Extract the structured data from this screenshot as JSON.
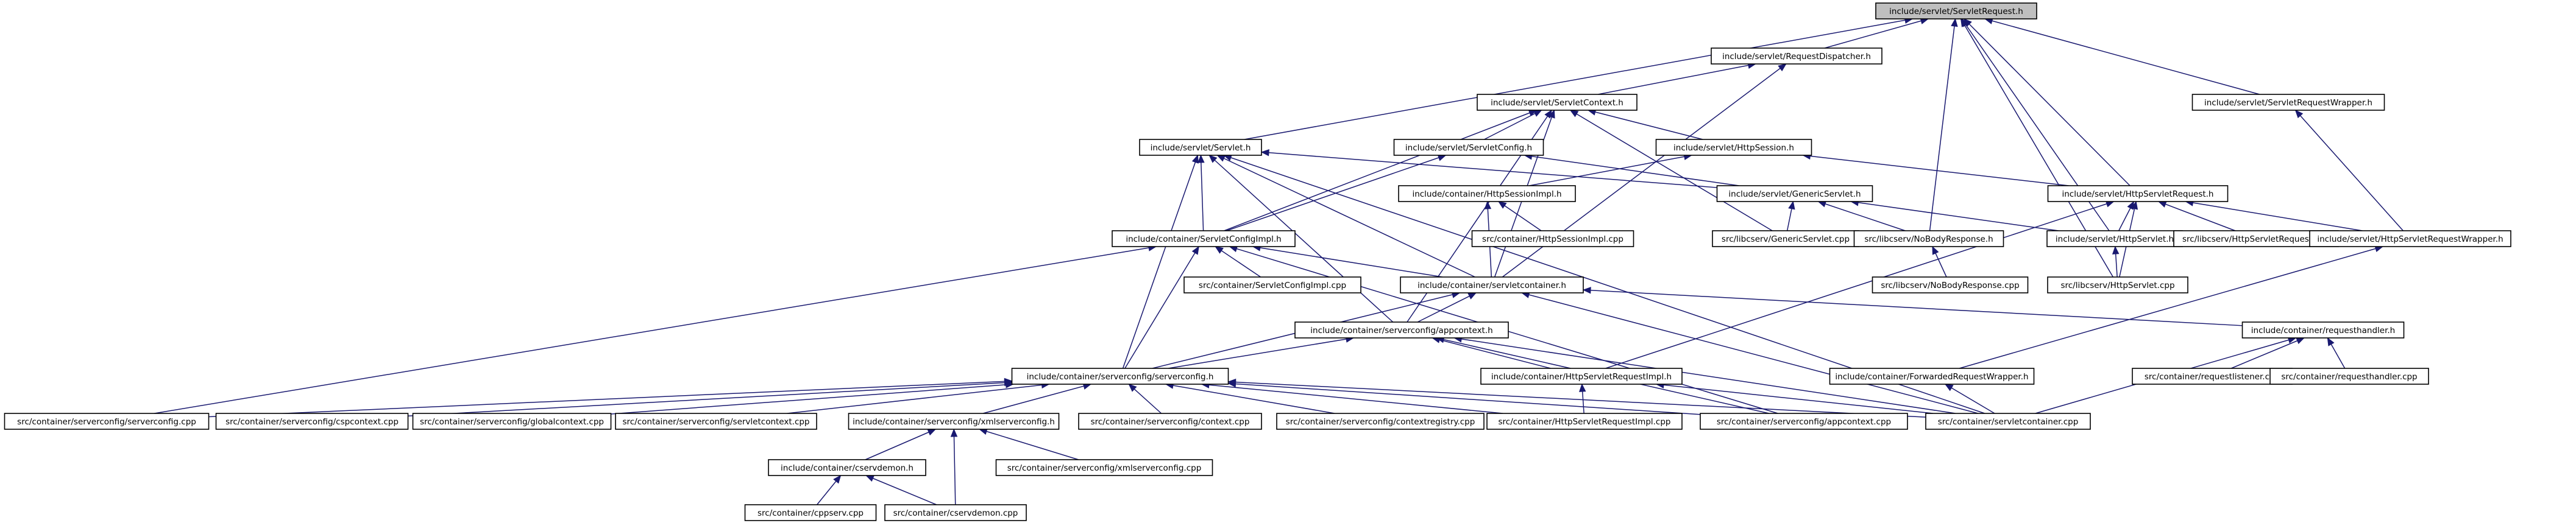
{
  "colors": {
    "edge": "#191970",
    "root_fill": "#bfbfbf",
    "node_fill": "#ffffff",
    "node_border": "#000000"
  },
  "nodes": [
    {
      "id": "root",
      "label": "include/servlet/ServletRequest.h"
    },
    {
      "id": "rd",
      "label": "include/servlet/RequestDispatcher.h"
    },
    {
      "id": "sc",
      "label": "include/servlet/ServletContext.h"
    },
    {
      "id": "srw",
      "label": "include/servlet/ServletRequestWrapper.h"
    },
    {
      "id": "servlet",
      "label": "include/servlet/Servlet.h"
    },
    {
      "id": "scfg",
      "label": "include/servlet/ServletConfig.h"
    },
    {
      "id": "hs",
      "label": "include/servlet/HttpSession.h"
    },
    {
      "id": "hsimpl",
      "label": "include/container/HttpSessionImpl.h"
    },
    {
      "id": "gs",
      "label": "include/servlet/GenericServlet.h"
    },
    {
      "id": "hsr",
      "label": "include/servlet/HttpServletRequest.h"
    },
    {
      "id": "scfgimpl",
      "label": "include/container/ServletConfigImpl.h"
    },
    {
      "id": "hsimplcpp",
      "label": "src/container/HttpSessionImpl.cpp"
    },
    {
      "id": "gscpp",
      "label": "src/libcserv/GenericServlet.cpp"
    },
    {
      "id": "nbr",
      "label": "src/libcserv/NoBodyResponse.h"
    },
    {
      "id": "hservlet",
      "label": "include/servlet/HttpServlet.h"
    },
    {
      "id": "hsrcpp",
      "label": "src/libcserv/HttpServletRequest.cpp"
    },
    {
      "id": "hsrw",
      "label": "include/servlet/HttpServletRequestWrapper.h"
    },
    {
      "id": "scfgimplcpp",
      "label": "src/container/ServletConfigImpl.cpp"
    },
    {
      "id": "scont",
      "label": "include/container/servletcontainer.h"
    },
    {
      "id": "nbrcpp",
      "label": "src/libcserv/NoBodyResponse.cpp"
    },
    {
      "id": "hservletcpp",
      "label": "src/libcserv/HttpServlet.cpp"
    },
    {
      "id": "appctx",
      "label": "include/container/serverconfig/appcontext.h"
    },
    {
      "id": "reqh",
      "label": "include/container/requesthandler.h"
    },
    {
      "id": "svcfg",
      "label": "include/container/serverconfig/serverconfig.h"
    },
    {
      "id": "hsrimpl",
      "label": "include/container/HttpServletRequestImpl.h"
    },
    {
      "id": "frw",
      "label": "include/container/ForwardedRequestWrapper.h"
    },
    {
      "id": "rlcpp",
      "label": "src/container/requestlistener.cpp"
    },
    {
      "id": "rhcpp",
      "label": "src/container/requesthandler.cpp"
    },
    {
      "id": "svcfgcpp",
      "label": "src/container/serverconfig/serverconfig.cpp"
    },
    {
      "id": "cspctxcpp",
      "label": "src/container/serverconfig/cspcontext.cpp"
    },
    {
      "id": "globctxcpp",
      "label": "src/container/serverconfig/globalcontext.cpp"
    },
    {
      "id": "sctxcpp",
      "label": "src/container/serverconfig/servletcontext.cpp"
    },
    {
      "id": "xmlcfg",
      "label": "include/container/serverconfig/xmlserverconfig.h"
    },
    {
      "id": "ctxcpp",
      "label": "src/container/serverconfig/context.cpp"
    },
    {
      "id": "ctxregcpp",
      "label": "src/container/serverconfig/contextregistry.cpp"
    },
    {
      "id": "hsrimplcpp",
      "label": "src/container/HttpServletRequestImpl.cpp"
    },
    {
      "id": "appctxcpp",
      "label": "src/container/serverconfig/appcontext.cpp"
    },
    {
      "id": "scontcpp",
      "label": "src/container/servletcontainer.cpp"
    },
    {
      "id": "csd",
      "label": "include/container/cservdemon.h"
    },
    {
      "id": "xmlcfgcpp",
      "label": "src/container/serverconfig/xmlserverconfig.cpp"
    },
    {
      "id": "cppservcpp",
      "label": "src/container/cppserv.cpp"
    },
    {
      "id": "csdcpp",
      "label": "src/container/cservdemon.cpp"
    }
  ],
  "edges": [
    [
      "rd",
      "root"
    ],
    [
      "srw",
      "root"
    ],
    [
      "servlet",
      "root"
    ],
    [
      "hsr",
      "root"
    ],
    [
      "hservlet",
      "root"
    ],
    [
      "nbr",
      "root"
    ],
    [
      "hservletcpp",
      "root"
    ],
    [
      "sc",
      "rd"
    ],
    [
      "scont",
      "rd"
    ],
    [
      "scfg",
      "sc"
    ],
    [
      "hs",
      "sc"
    ],
    [
      "scfgimpl",
      "sc"
    ],
    [
      "appctx",
      "sc"
    ],
    [
      "gscpp",
      "sc"
    ],
    [
      "scont",
      "sc"
    ],
    [
      "hsrw",
      "srw"
    ],
    [
      "scfgimpl",
      "servlet"
    ],
    [
      "gs",
      "servlet"
    ],
    [
      "scont",
      "servlet"
    ],
    [
      "appctx",
      "servlet"
    ],
    [
      "svcfg",
      "servlet"
    ],
    [
      "scontcpp",
      "servlet"
    ],
    [
      "scfgimpl",
      "scfg"
    ],
    [
      "gs",
      "scfg"
    ],
    [
      "hsimpl",
      "hs"
    ],
    [
      "hsr",
      "hs"
    ],
    [
      "hsimplcpp",
      "hsimpl"
    ],
    [
      "scont",
      "hsimpl"
    ],
    [
      "gscpp",
      "gs"
    ],
    [
      "hservlet",
      "gs"
    ],
    [
      "nbr",
      "gs"
    ],
    [
      "hservlet",
      "hsr"
    ],
    [
      "hsrcpp",
      "hsr"
    ],
    [
      "hsrw",
      "hsr"
    ],
    [
      "hsrimpl",
      "hsr"
    ],
    [
      "hservletcpp",
      "hsr"
    ],
    [
      "scfgimplcpp",
      "scfgimpl"
    ],
    [
      "scont",
      "scfgimpl"
    ],
    [
      "svcfg",
      "scfgimpl"
    ],
    [
      "svcfgcpp",
      "scfgimpl"
    ],
    [
      "appctxcpp",
      "scfgimpl"
    ],
    [
      "nbrcpp",
      "nbr"
    ],
    [
      "hservletcpp",
      "hservlet"
    ],
    [
      "frw",
      "hsrw"
    ],
    [
      "appctx",
      "scont"
    ],
    [
      "reqh",
      "scont"
    ],
    [
      "svcfg",
      "scont"
    ],
    [
      "scontcpp",
      "scont"
    ],
    [
      "svcfg",
      "appctx"
    ],
    [
      "hsrimpl",
      "appctx"
    ],
    [
      "appctxcpp",
      "appctx"
    ],
    [
      "scontcpp",
      "appctx"
    ],
    [
      "rlcpp",
      "reqh"
    ],
    [
      "rhcpp",
      "reqh"
    ],
    [
      "scontcpp",
      "reqh"
    ],
    [
      "svcfgcpp",
      "svcfg"
    ],
    [
      "cspctxcpp",
      "svcfg"
    ],
    [
      "globctxcpp",
      "svcfg"
    ],
    [
      "sctxcpp",
      "svcfg"
    ],
    [
      "xmlcfg",
      "svcfg"
    ],
    [
      "ctxcpp",
      "svcfg"
    ],
    [
      "ctxregcpp",
      "svcfg"
    ],
    [
      "hsrimplcpp",
      "svcfg"
    ],
    [
      "appctxcpp",
      "svcfg"
    ],
    [
      "scontcpp",
      "svcfg"
    ],
    [
      "hsrimplcpp",
      "hsrimpl"
    ],
    [
      "scontcpp",
      "hsrimpl"
    ],
    [
      "scontcpp",
      "frw"
    ],
    [
      "csd",
      "xmlcfg"
    ],
    [
      "xmlcfgcpp",
      "xmlcfg"
    ],
    [
      "csdcpp",
      "xmlcfg"
    ],
    [
      "cppservcpp",
      "csd"
    ],
    [
      "csdcpp",
      "csd"
    ]
  ]
}
